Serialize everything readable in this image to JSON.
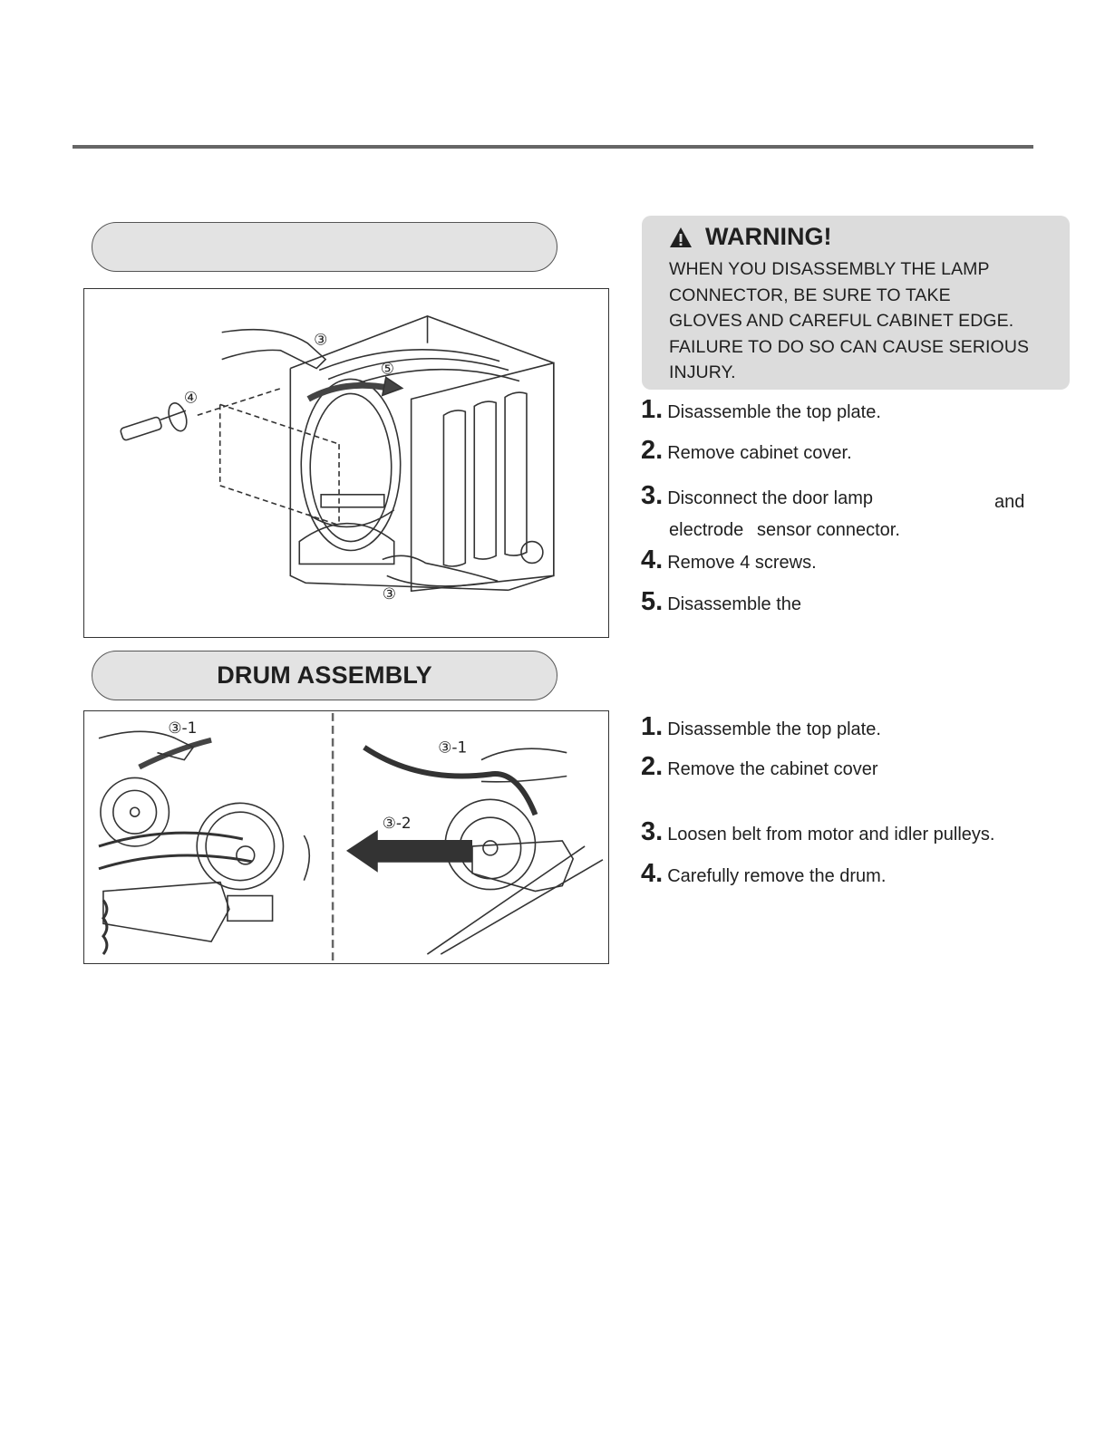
{
  "section1": {
    "title": ""
  },
  "section2": {
    "title": "DRUM ASSEMBLY"
  },
  "warning": {
    "title": "WARNING!",
    "lines": [
      "WHEN YOU DISASSEMBLY THE LAMP",
      "CONNECTOR, BE SURE TO TAKE",
      "GLOVES AND CAREFUL CABINET EDGE.",
      "FAILURE TO DO SO CAN CAUSE SERIOUS",
      "INJURY."
    ]
  },
  "steps1": [
    {
      "num": "1.",
      "text": "Disassemble the top plate."
    },
    {
      "num": "2.",
      "text": "Remove cabinet cover."
    },
    {
      "num": "3.",
      "text": "Disconnect the door lamp",
      "extra": "and",
      "cont_a": "electrode",
      "cont_b": "sensor connector."
    },
    {
      "num": "4.",
      "text": "Remove 4 screws."
    },
    {
      "num": "5.",
      "text": "Disassemble the"
    }
  ],
  "steps2": [
    {
      "num": "1.",
      "text": "Disassemble the top plate."
    },
    {
      "num": "2.",
      "text": "Remove the cabinet cover"
    },
    {
      "num": "3.",
      "text": "Loosen belt from motor and idler pulleys."
    },
    {
      "num": "4.",
      "text": "Carefully remove the drum."
    }
  ],
  "figure1": {
    "callouts": [
      "③",
      "④",
      "⑤",
      "③"
    ]
  },
  "figure2": {
    "callouts": [
      "③-1",
      "③-1",
      "③-2"
    ]
  }
}
